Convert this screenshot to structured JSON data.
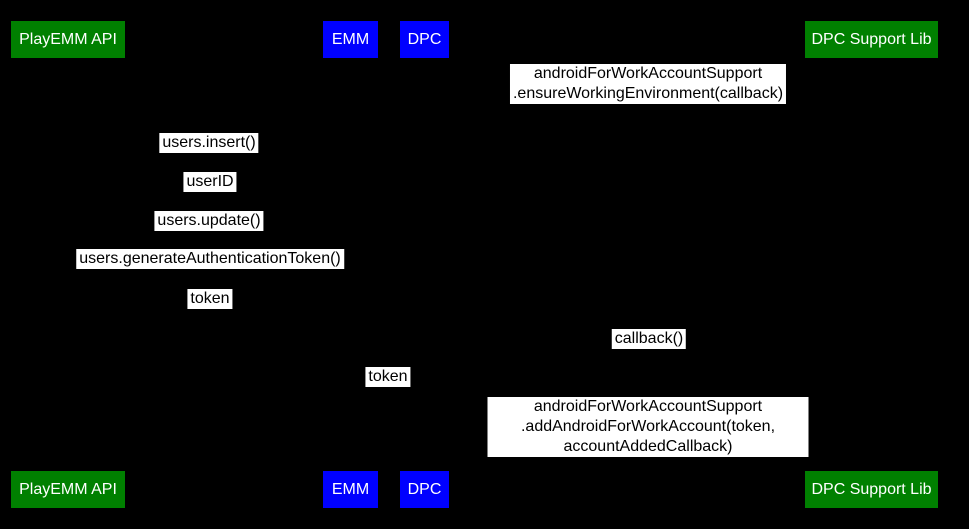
{
  "diagram": {
    "type": "sequence-diagram",
    "background_color": "#000000",
    "colors": {
      "actor_green": "#008000",
      "actor_blue": "#0000ff",
      "actor_text": "#ffffff",
      "message_label_bg": "#ffffff",
      "message_label_text": "#000000"
    },
    "actors": [
      {
        "label": "PlayEMM API"
      },
      {
        "label": "EMM"
      },
      {
        "label": "DPC"
      },
      {
        "label": "DPC Support Lib"
      }
    ],
    "messages": [
      {
        "text": "androidForWorkAccountSupport\n.ensureWorkingEnvironment(callback)"
      },
      {
        "text": "users.insert()"
      },
      {
        "text": "userID"
      },
      {
        "text": "users.update()"
      },
      {
        "text": "users.generateAuthenticationToken()"
      },
      {
        "text": "token"
      },
      {
        "text": "callback()"
      },
      {
        "text": "token"
      },
      {
        "text": "androidForWorkAccountSupport\n.addAndroidForWorkAccount(token, accountAddedCallback)"
      }
    ]
  }
}
